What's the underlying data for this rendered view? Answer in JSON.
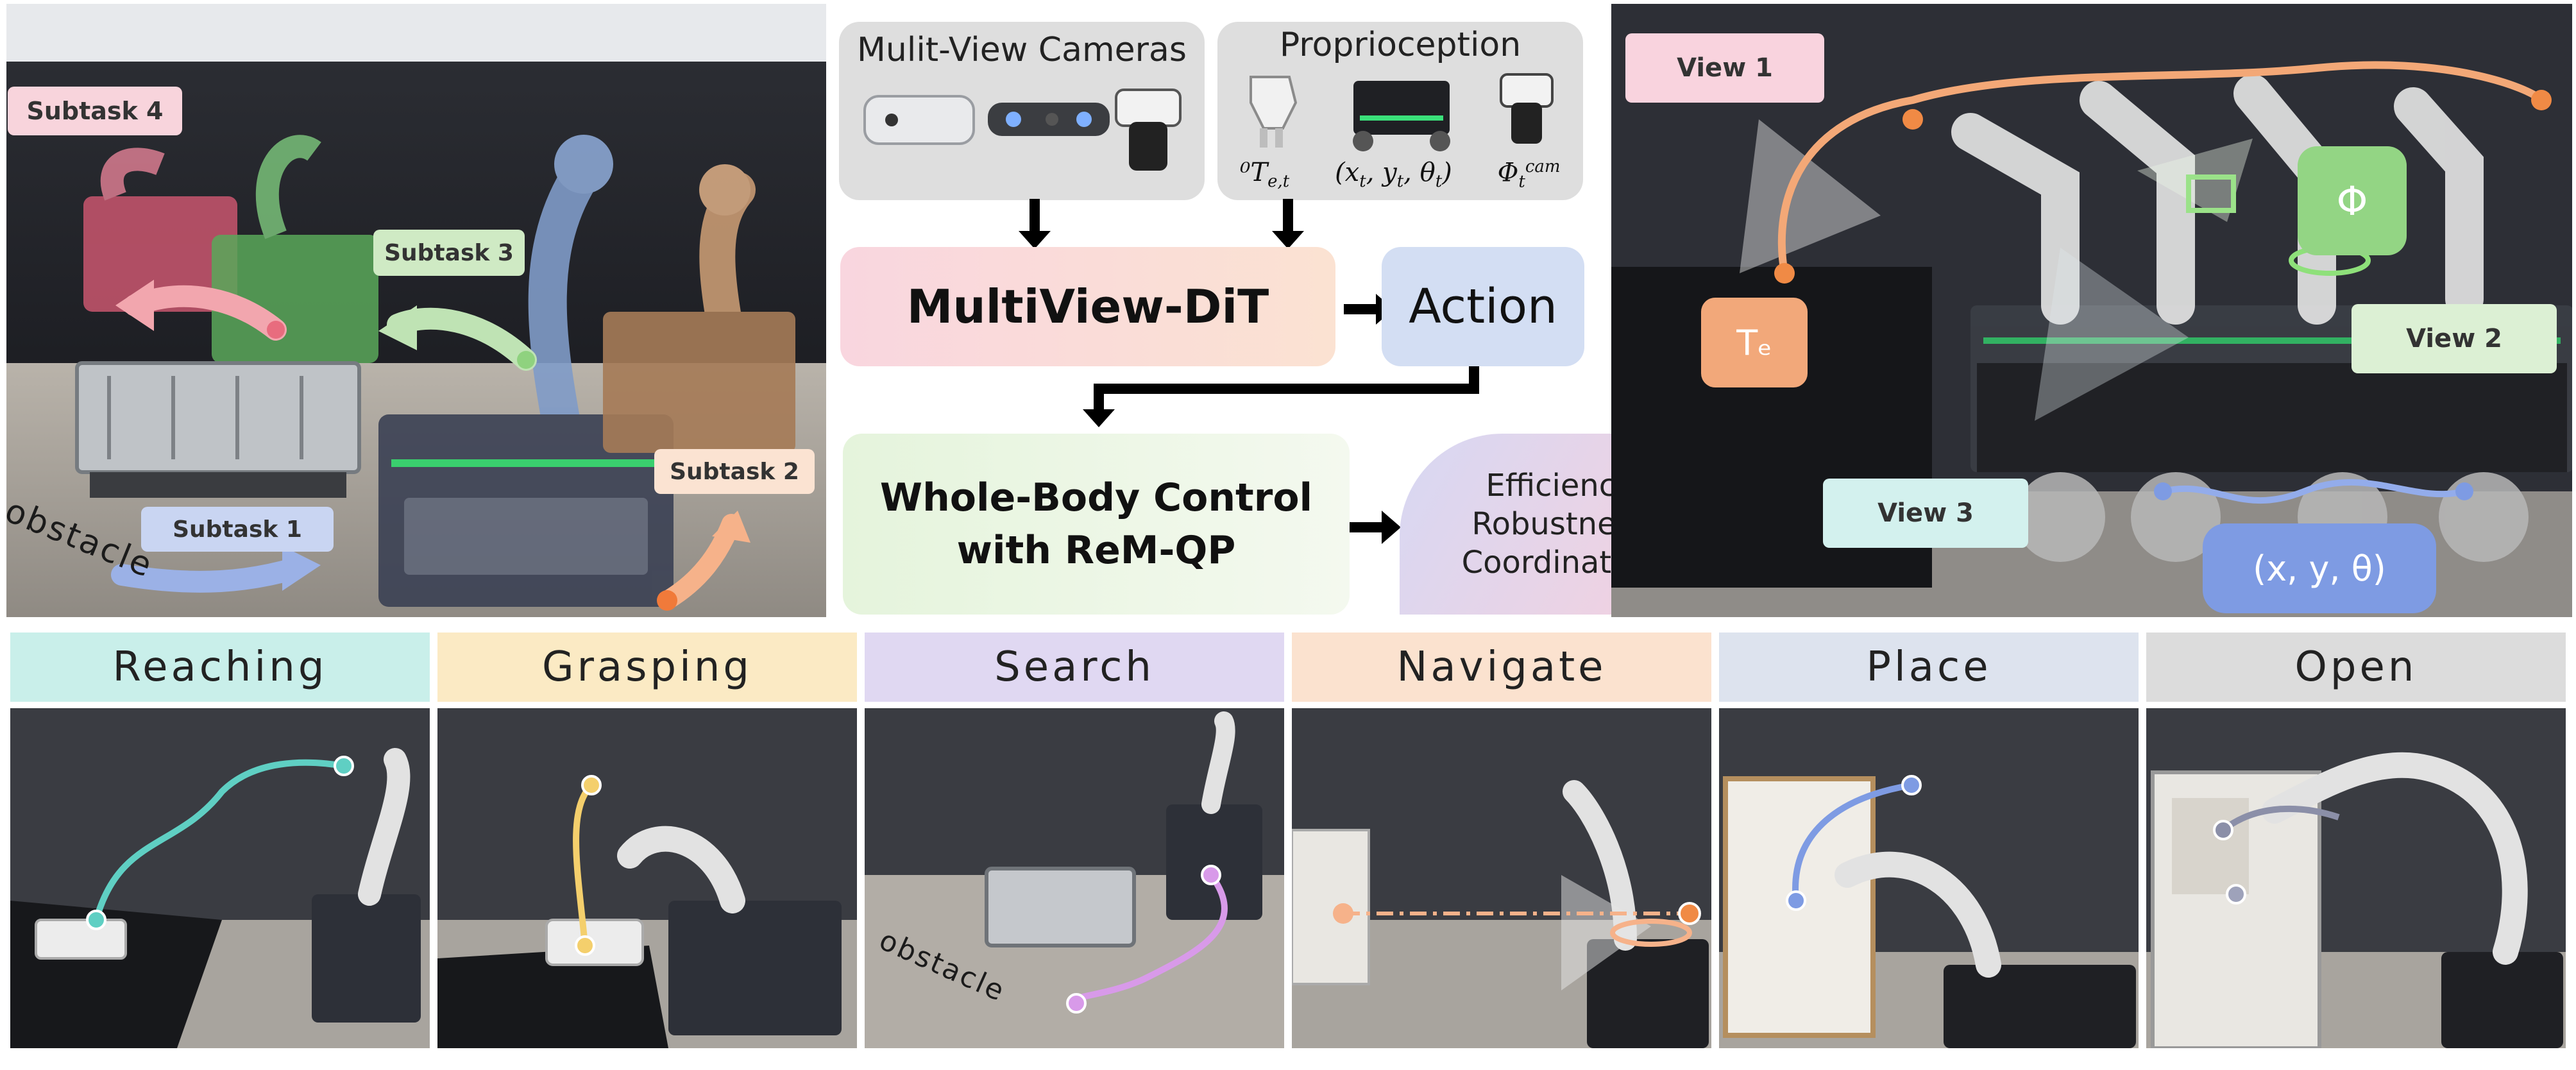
{
  "left_photo": {
    "subtasks": [
      {
        "label": "Subtask 4"
      },
      {
        "label": "Subtask 3"
      },
      {
        "label": "Subtask 2"
      },
      {
        "label": "Subtask 1"
      }
    ],
    "obstacle_label": "obstacle"
  },
  "inputs": {
    "cameras_title": "Mulit-View Cameras",
    "proprioception_title": "Proprioception",
    "proprio_symbols": [
      "⁰T",
      "e,t",
      "(x",
      "t",
      ", y",
      "t",
      ", θ",
      "t",
      ")",
      "Φ",
      "t",
      "cam"
    ]
  },
  "pipeline": {
    "dit_label": "MultiView-DiT",
    "action_label": "Action",
    "wbc_line1": "Whole-Body Control",
    "wbc_line2": "with ReM-QP",
    "outcomes": [
      "Efficiency",
      "Robustness",
      "Coordination"
    ]
  },
  "right_photo": {
    "views": [
      "View 1",
      "View 2",
      "View 3"
    ],
    "te_label": "Tₑ",
    "phi_label": "Φ",
    "pose_label": "(x, y, θ)"
  },
  "skills": [
    {
      "label": "Reaching",
      "color": "#c9efea"
    },
    {
      "label": "Grasping",
      "color": "#fbeac4"
    },
    {
      "label": "Search",
      "color": "#e0d8f2"
    },
    {
      "label": "Navigate",
      "color": "#fbe2cf"
    },
    {
      "label": "Place",
      "color": "#dde3ee"
    },
    {
      "label": "Open",
      "color": "#dcdcdc"
    }
  ],
  "bottom_photo": {
    "obstacle_label": "obstacle"
  },
  "colors": {
    "subtask4": "#f8d4dc",
    "subtask3": "#cfeac4",
    "subtask2": "#fbe3d2",
    "subtask1": "#c9d5f2",
    "view1": "#f9d3de",
    "view2": "#dcf0d4",
    "view3": "#d3f1ee",
    "te": "#f2a87a",
    "phi": "#93d584",
    "pose": "#7e9be3"
  }
}
